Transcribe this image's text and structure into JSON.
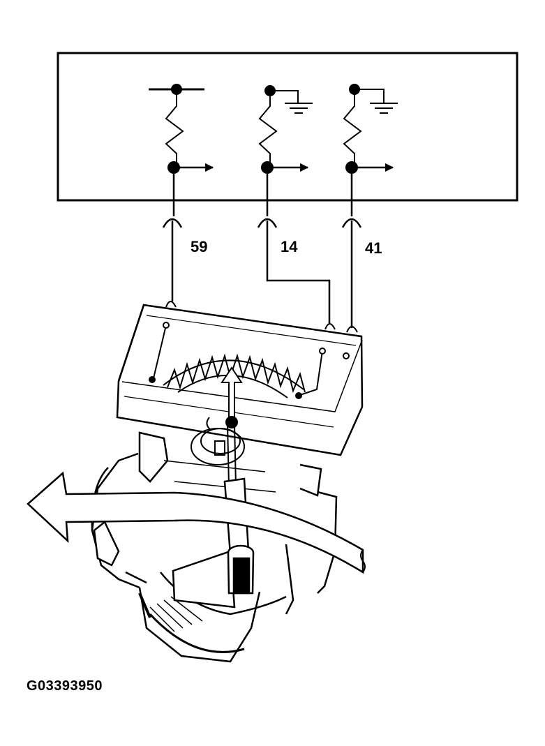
{
  "wires": {
    "left": {
      "number": "59"
    },
    "middle": {
      "number": "14"
    },
    "right": {
      "number": "41"
    }
  },
  "figure": {
    "id": "G03393950"
  },
  "colors": {
    "ink": "#000000",
    "paper": "#ffffff"
  }
}
